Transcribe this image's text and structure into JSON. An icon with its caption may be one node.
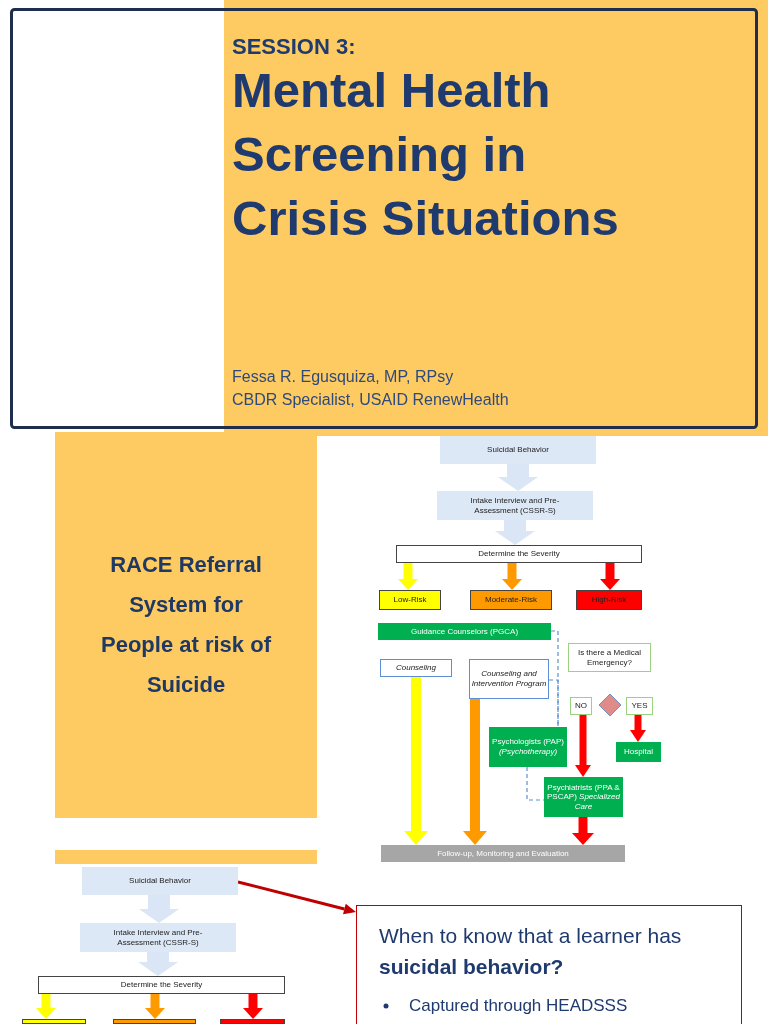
{
  "diagram": {
    "title": "Mental Health Screening in Crisis Situations",
    "nodes": [
      {
        "text": [
          "RACE Referral System for People at risk of Suicide"
        ]
      },
      {
        "text": [
          "Suicidal Behavior"
        ]
      },
      {
        "text": [
          "Intake Interview and Pre-Assessment (CSSR-S)"
        ]
      },
      {
        "text": [
          "Determine the Severity"
        ]
      },
      {
        "text": [
          "Low-Risk"
        ]
      },
      {
        "text": [
          "Moderate-Risk"
        ]
      },
      {
        "text": [
          "High-Risk"
        ]
      },
      {
        "text": [
          "Guidance Counselors (PGCA)"
        ]
      },
      {
        "text": [
          "Counseling"
        ]
      },
      {
        "text": [
          "Counseling and Intervention Program"
        ]
      },
      {
        "text": [
          "Is there a Medical Emergency?"
        ]
      },
      {
        "text": [
          "NO"
        ]
      },
      {
        "text": [],
        "shape": "diamond"
      },
      {
        "text": [
          "YES"
        ]
      },
      {
        "text": [
          "Psychologists (PAP) *(Psychotherapy)*"
        ]
      },
      {
        "text": [
          "Hospital"
        ]
      },
      {
        "text": [
          "Psychiatrists (PPA & PSCAP) *Specialized Care*"
        ]
      },
      {
        "text": [
          "Follow-up, Monitoring and Evaluation"
        ]
      },
      {
        "text": [
          "Suicidal Behavior"
        ]
      },
      {
        "text": [
          "Intake Interview and Pre-Assessment (CSSR-S)"
        ]
      },
      {
        "text": [
          "Determine the Severity"
        ]
      },
      {
        "text": [
          "When to know that a learner has **suicidal behavior?**",
          "Captured through HEADSSS"
        ]
      },
      {
        "text": [],
        "shape": "box"
      },
      {
        "text": [],
        "shape": "box"
      },
      {
        "text": [],
        "shape": "box"
      }
    ],
    "edges": [
      {
        "from": 1,
        "to": 2,
        "arrow": "to",
        "style": "thick",
        "color": "#dae6f5"
      },
      {
        "from": 2,
        "to": 3,
        "arrow": "to",
        "style": "thick",
        "color": "#dae6f5"
      },
      {
        "from": 3,
        "to": 4,
        "arrow": "to",
        "color": "#ffff00"
      },
      {
        "from": 3,
        "to": 5,
        "arrow": "to",
        "color": "#ff9900"
      },
      {
        "from": 3,
        "to": 6,
        "arrow": "to",
        "color": "#ff0000"
      },
      {
        "from": 8,
        "to": 17,
        "arrow": "to",
        "color": "#ffff00"
      },
      {
        "from": 9,
        "to": 17,
        "arrow": "to",
        "color": "#ff9900"
      },
      {
        "from": 11,
        "to": 16,
        "arrow": "to",
        "color": "#ff0000"
      },
      {
        "from": 13,
        "to": 15,
        "arrow": "to",
        "color": "#ff0000"
      },
      {
        "from": 16,
        "to": 17,
        "arrow": "to",
        "color": "#ff0000"
      },
      {
        "from": 7,
        "to": 14,
        "arrow": "none",
        "style": "dashed",
        "color": "#5b8fd6"
      },
      {
        "from": 9,
        "to": 14,
        "arrow": "none",
        "style": "dashed",
        "color": "#5b8fd6"
      },
      {
        "from": 14,
        "to": 16,
        "arrow": "none",
        "style": "dashed",
        "color": "#5b8fd6"
      },
      {
        "from": 18,
        "to": 19,
        "arrow": "to",
        "style": "thick",
        "color": "#dae6f5"
      },
      {
        "from": 19,
        "to": 20,
        "arrow": "to",
        "style": "thick",
        "color": "#dae6f5"
      },
      {
        "from": 20,
        "to": 22,
        "arrow": "to",
        "color": "#ffff00"
      },
      {
        "from": 20,
        "to": 23,
        "arrow": "to",
        "color": "#ff9900"
      },
      {
        "from": 20,
        "to": 24,
        "arrow": "to",
        "color": "#ff0000"
      },
      {
        "from": 18,
        "to": 21,
        "arrow": "to",
        "color": "#c00000"
      }
    ],
    "labels": [
      "SESSION 3:",
      "Fessa R. Egusquiza, MP, RPsy",
      "CBDR Specialist, USAID RenewHealth"
    ]
  }
}
